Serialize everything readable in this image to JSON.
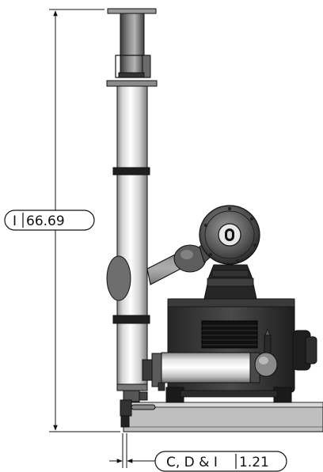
{
  "dimensions": {
    "height": {
      "prefix": "I",
      "value": "66.69"
    },
    "offset": {
      "prefix": "C, D & I",
      "value": "1.21"
    }
  },
  "colors": {
    "line": "#111111",
    "steel_light": "#f2f2f2",
    "steel_mid": "#a9a9a9",
    "steel_dark": "#5a5a5a",
    "body_dark": "#2f2f2f",
    "body_black": "#161616"
  }
}
